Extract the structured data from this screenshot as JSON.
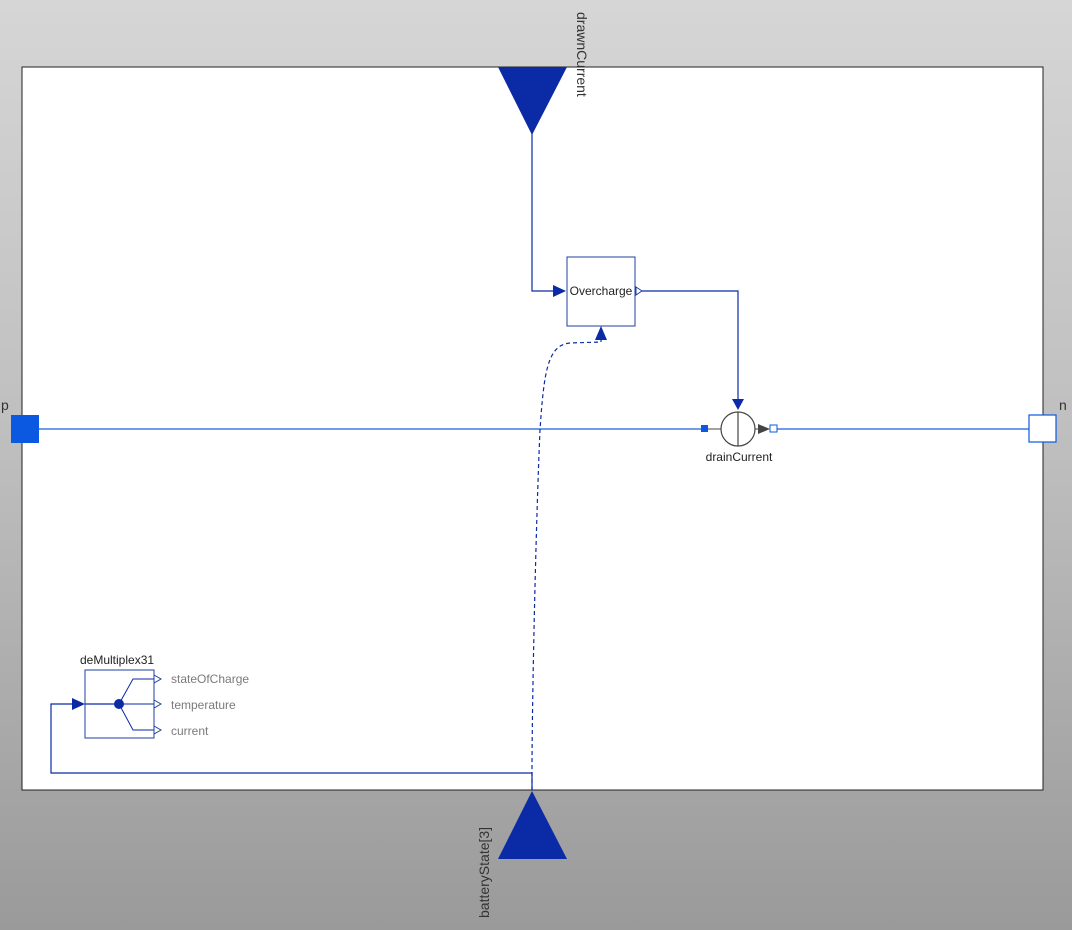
{
  "diagram": {
    "colors": {
      "connector": "#0a2aa6",
      "electric_line": "#1a5fd8",
      "electric_port_fill": "#0a59e0",
      "block_border": "#1f3fa0",
      "canvas_bg": "#ffffff"
    },
    "ports": {
      "top_input": {
        "label": "drawnCurrent",
        "icon": "triangle-down-icon"
      },
      "bottom_input": {
        "label": "batteryState[3]",
        "icon": "triangle-up-icon"
      },
      "pin_p": {
        "label": "p",
        "icon": "filled-square-pin-icon"
      },
      "pin_n": {
        "label": "n",
        "icon": "hollow-square-pin-icon"
      }
    },
    "blocks": {
      "overcharge": {
        "label": "Overcharge"
      },
      "drain_current": {
        "label": "drainCurrent",
        "icon": "current-source-icon"
      },
      "demux": {
        "label": "deMultiplex31",
        "outputs": [
          "stateOfCharge",
          "temperature",
          "current"
        ]
      }
    }
  }
}
